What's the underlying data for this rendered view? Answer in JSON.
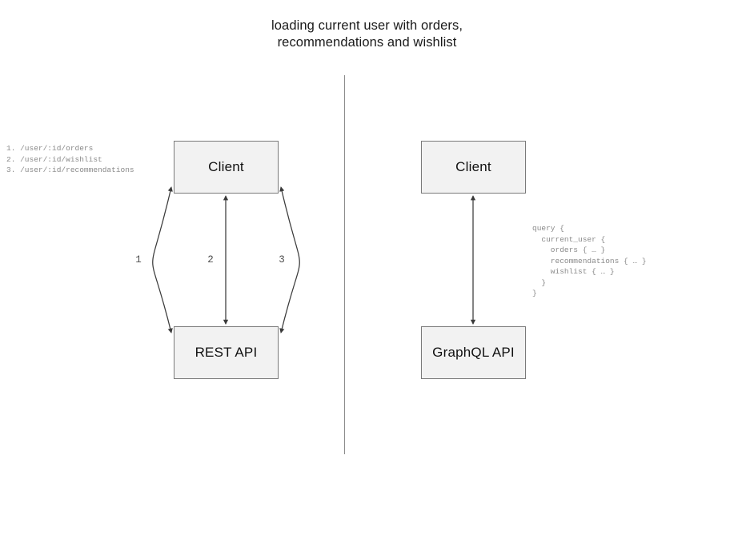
{
  "title": "loading current user with orders,\nrecommendations and wishlist",
  "colors": {
    "node_fill": "#f2f2f2",
    "node_border": "#7a7a7a",
    "stroke": "#3a3a3a",
    "divider": "#8c8c8c",
    "code_text": "#8a8a8a",
    "label_text": "#4d4d4d"
  },
  "divider": {
    "name": "vertical-divider"
  },
  "rest_panel": {
    "client_label": "Client",
    "api_label": "REST API",
    "edges": [
      {
        "id": "1",
        "label": "1",
        "shape": "curve-left",
        "direction": "both"
      },
      {
        "id": "2",
        "label": "2",
        "shape": "straight",
        "direction": "both"
      },
      {
        "id": "3",
        "label": "3",
        "shape": "curve-right",
        "direction": "both"
      }
    ],
    "endpoints": [
      "1. /user/:id/orders",
      "2. /user/:id/wishlist",
      "3. /user/:id/recommendations"
    ],
    "endpoints_text": "1. /user/:id/orders\n2. /user/:id/wishlist\n3. /user/:id/recommendations"
  },
  "graphql_panel": {
    "client_label": "Client",
    "api_label": "GraphQL API",
    "edges": [
      {
        "id": "q",
        "label": "",
        "shape": "straight",
        "direction": "both"
      }
    ],
    "query_lines": [
      "query {",
      "  current_user {",
      "    orders { … }",
      "    recommendations { … }",
      "    wishlist { … }",
      "  }",
      "}"
    ],
    "query_text": "query {\n  current_user {\n    orders { … }\n    recommendations { … }\n    wishlist { … }\n  }\n}"
  }
}
